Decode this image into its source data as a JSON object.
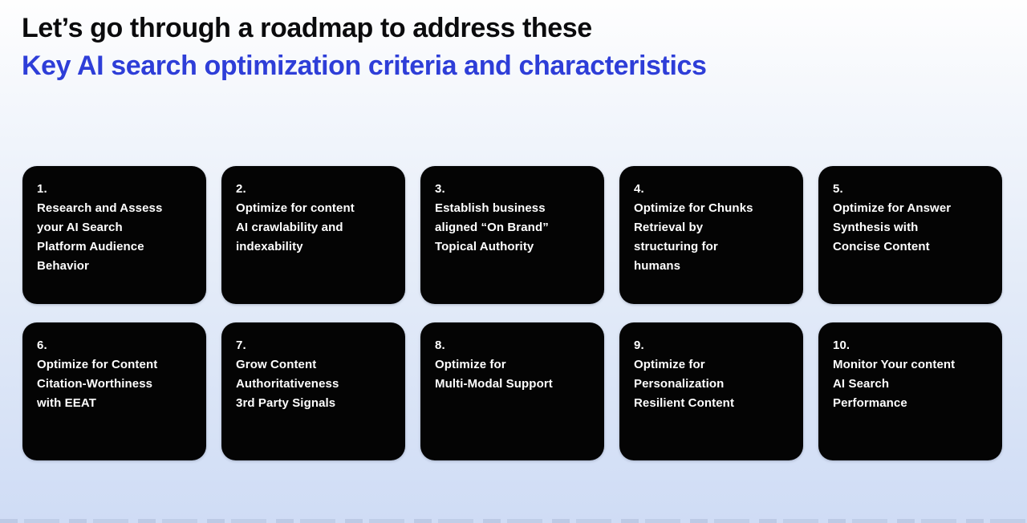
{
  "slide": {
    "title_black": "Let’s go through a roadmap to address these",
    "title_blue": "Key AI search optimization criteria and characteristics"
  },
  "cards": [
    {
      "number": "1.",
      "title": "Research and Assess\nyour AI Search\nPlatform Audience\nBehavior"
    },
    {
      "number": "2.",
      "title": "Optimize for content\nAI crawlability and\nindexability"
    },
    {
      "number": "3.",
      "title": "Establish business\naligned “On Brand”\nTopical Authority"
    },
    {
      "number": "4.",
      "title": "Optimize for Chunks\nRetrieval by\nstructuring for\nhumans"
    },
    {
      "number": "5.",
      "title": "Optimize for Answer\nSynthesis with\nConcise Content"
    },
    {
      "number": "6.",
      "title": "Optimize for Content\nCitation-Worthiness\nwith EEAT"
    },
    {
      "number": "7.",
      "title": "Grow Content\nAuthoritativeness\n3rd Party Signals"
    },
    {
      "number": "8.",
      "title": "Optimize for\nMulti-Modal Support"
    },
    {
      "number": "9.",
      "title": "Optimize for\nPersonalization\nResilient Content"
    },
    {
      "number": "10.",
      "title": "Monitor Your content\nAI Search\nPerformance"
    }
  ],
  "colors": {
    "accent_blue": "#2e3ed8",
    "card_background": "#040404",
    "card_text": "#ffffff"
  }
}
